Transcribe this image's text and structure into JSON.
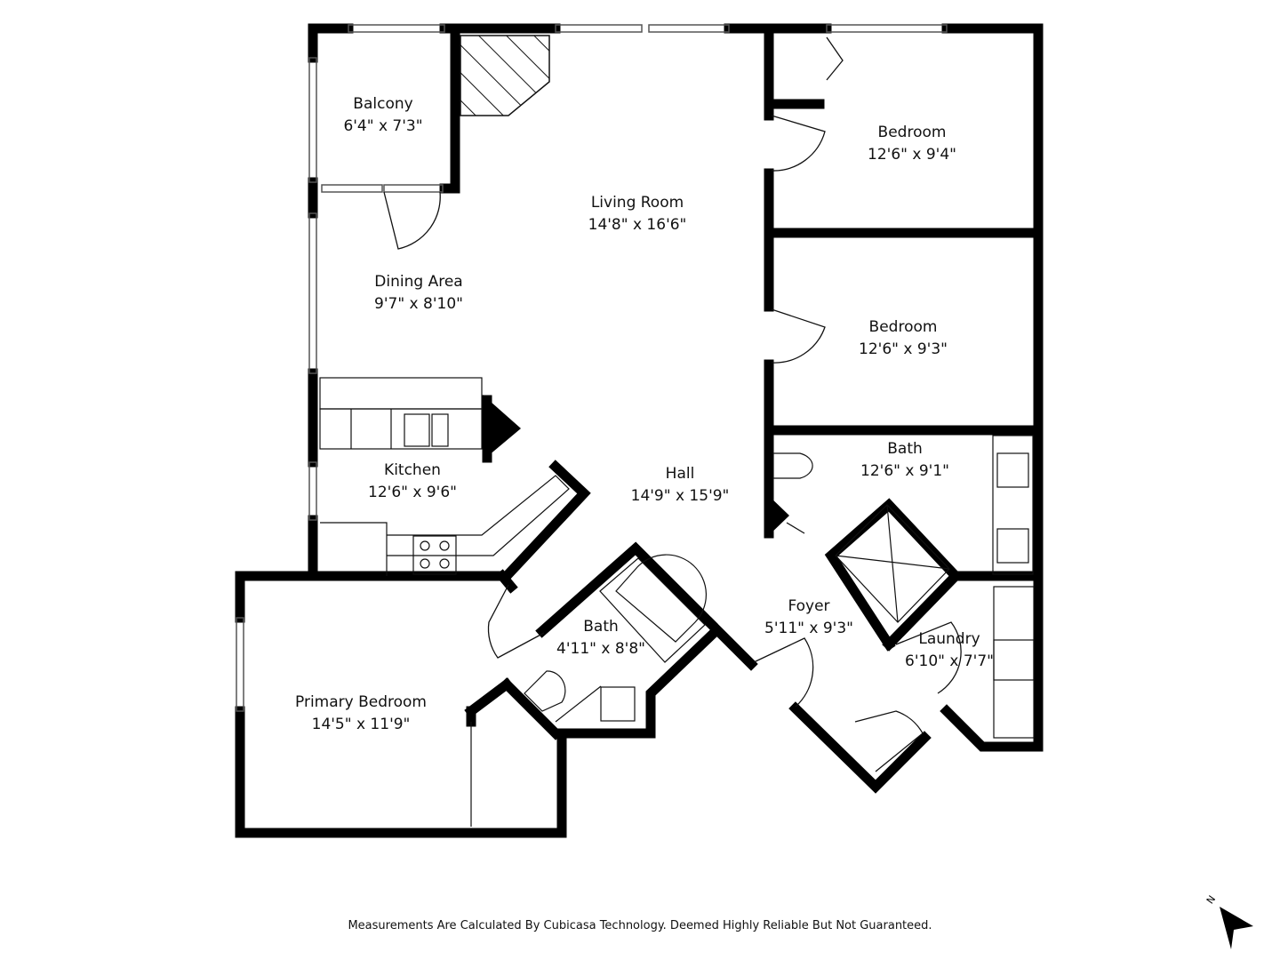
{
  "rooms": [
    {
      "id": "balcony",
      "name": "Balcony",
      "dim": "6'4\" x 7'3\""
    },
    {
      "id": "living-room",
      "name": "Living Room",
      "dim": "14'8\" x 16'6\""
    },
    {
      "id": "bedroom-1",
      "name": "Bedroom",
      "dim": "12'6\" x 9'4\""
    },
    {
      "id": "dining-area",
      "name": "Dining Area",
      "dim": "9'7\" x 8'10\""
    },
    {
      "id": "bedroom-2",
      "name": "Bedroom",
      "dim": "12'6\" x 9'3\""
    },
    {
      "id": "bath-large",
      "name": "Bath",
      "dim": "12'6\" x 9'1\""
    },
    {
      "id": "kitchen",
      "name": "Kitchen",
      "dim": "12'6\" x 9'6\""
    },
    {
      "id": "hall",
      "name": "Hall",
      "dim": "14'9\" x 15'9\""
    },
    {
      "id": "foyer",
      "name": "Foyer",
      "dim": "5'11\" x 9'3\""
    },
    {
      "id": "bath-small",
      "name": "Bath",
      "dim": "4'11\" x 8'8\""
    },
    {
      "id": "laundry",
      "name": "Laundry",
      "dim": "6'10\" x 7'7\""
    },
    {
      "id": "primary-bedroom",
      "name": "Primary Bedroom",
      "dim": "14'5\" x 11'9\""
    }
  ],
  "compass_label": "N",
  "disclaimer": "Measurements Are Calculated By Cubicasa Technology. Deemed Highly Reliable But Not Guaranteed."
}
